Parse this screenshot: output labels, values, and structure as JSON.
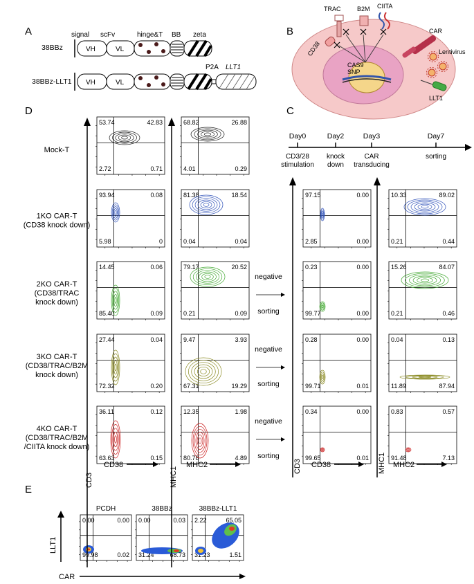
{
  "panel_letters": {
    "a": "A",
    "b": "B",
    "c": "C",
    "d": "D",
    "e": "E"
  },
  "panel_a": {
    "row1_label": "38BBz",
    "row2_label": "38BBz-LLT1",
    "headers": [
      "signal",
      "scFv",
      "hinge&T",
      "BB",
      "zeta"
    ],
    "seg_vh": "VH",
    "seg_vl": "VL",
    "p2a": "P2A",
    "llt1": "LLT1"
  },
  "panel_b": {
    "labels": {
      "trac": "TRAC",
      "b2m": "B2M",
      "ciita": "CIITA",
      "cd38": "CD38",
      "car": "CAR",
      "lentivirus": "Lentivirus",
      "cas9": "CAS9",
      "snp": "SNP",
      "llt1": "LLT1"
    }
  },
  "panel_c": {
    "timeline": [
      {
        "day": "Day0",
        "lines": [
          "CD3/28",
          "stimulation"
        ]
      },
      {
        "day": "Day2",
        "lines": [
          "knock",
          "down"
        ]
      },
      {
        "day": "Day3",
        "lines": [
          "CAR",
          "transducing"
        ]
      },
      {
        "day": "Day7",
        "lines": [
          "sorting"
        ]
      }
    ]
  },
  "panel_d": {
    "rows": [
      {
        "lines": [
          {
            "t": "Mock-T",
            "i": false
          }
        ]
      },
      {
        "lines": [
          {
            "t": "1KO CAR-T",
            "i": false
          },
          {
            "t": "(CD38 knock down)",
            "i": false
          }
        ]
      },
      {
        "lines": [
          {
            "t": "2KO CAR-T",
            "i": false
          },
          {
            "t": "(CD38/TRAC",
            "i": false
          },
          {
            "t": "knock down)",
            "i": false
          }
        ]
      },
      {
        "lines": [
          {
            "t": "3KO CAR-T",
            "i": false
          },
          {
            "t": "(CD38/TRAC/B2M",
            "i": false
          },
          {
            "t": "knock down)",
            "i": false
          }
        ]
      },
      {
        "lines": [
          {
            "t": "4KO CAR-T",
            "i": false
          },
          {
            "t": "(CD38/TRAC/B2M",
            "i": false
          },
          {
            "t": "/CIITA knock down)",
            "i": false
          }
        ]
      }
    ],
    "cd38_plot": [
      [
        "53.74",
        "42.83",
        "2.72",
        "0.71"
      ],
      [
        "93.94",
        "0.08",
        "5.98",
        "0"
      ],
      [
        "14.45",
        "0.06",
        "85.40",
        "0.09"
      ],
      [
        "27.44",
        "0.04",
        "72.32",
        "0.20"
      ],
      [
        "36.11",
        "0.12",
        "63.63",
        "0.15"
      ]
    ],
    "mhc_plot": [
      [
        "68.82",
        "26.88",
        "4.01",
        "0.29"
      ],
      [
        "81.38",
        "18.54",
        "0.04",
        "0.04"
      ],
      [
        "79.17",
        "20.52",
        "0.21",
        "0.09"
      ],
      [
        "9.47",
        "3.93",
        "67.31",
        "19.29"
      ],
      [
        "12.35",
        "1.98",
        "80.78",
        "4.89"
      ]
    ],
    "y_label_cd3": "CD3",
    "y_label_mhc1": "MHC1",
    "x_label_cd38": "CD38",
    "x_label_mhc2": "MHC2",
    "neg_word": "negative",
    "sort_word": "sorting"
  },
  "panel_c_plots": {
    "cd38_plot": [
      [
        "97.15",
        "0.00",
        "2.85",
        "0.00"
      ],
      [
        "0.23",
        "0.00",
        "99.77",
        "0.00"
      ],
      [
        "0.28",
        "0.00",
        "99.71",
        "0.01"
      ],
      [
        "0.34",
        "0.00",
        "99.65",
        "0.01"
      ]
    ],
    "mhc_plot": [
      [
        "10.33",
        "89.02",
        "0.21",
        "0.44"
      ],
      [
        "15.26",
        "84.07",
        "0.21",
        "0.46"
      ],
      [
        "0.04",
        "0.13",
        "11.89",
        "87.94"
      ],
      [
        "0.83",
        "0.57",
        "91.48",
        "7.13"
      ]
    ],
    "y_label_cd3": "CD3",
    "y_label_mhc1": "MHC1",
    "x_label_cd38": "CD38",
    "x_label_mhc2": "MHC2"
  },
  "panel_e": {
    "titles": [
      "PCDH",
      "38BBz",
      "38BBz-LLT1"
    ],
    "plots": [
      [
        "0.00",
        "0.00",
        "99.98",
        "0.02"
      ],
      [
        "0.00",
        "0.03",
        "31.24",
        "68.73"
      ],
      [
        "2.22",
        "65.05",
        "31.23",
        "1.51"
      ]
    ],
    "y_label": "LLT1",
    "x_label": "CAR"
  },
  "colors": {
    "mock": "#222222",
    "blue": "#3355bb",
    "green": "#44aa33",
    "olive": "#8a8a22",
    "red": "#cc2222",
    "cell_outer": "#f6c9c9",
    "cell_nucleus": "#e9a3c4"
  }
}
